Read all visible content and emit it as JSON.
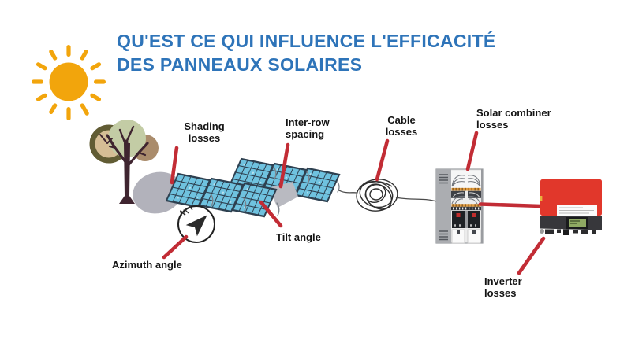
{
  "title": {
    "line1": "QU'EST CE QUI INFLUENCE L'EFFICACITÉ",
    "line2": "DES PANNEAUX SOLAIRES"
  },
  "diagram": {
    "labels": {
      "shading": "Shading\nlosses",
      "inter_row": "Inter-row\nspacing",
      "cable": "Cable\nlosses",
      "solar_combiner": "Solar combiner\nlosses",
      "tilt": "Tilt angle",
      "azimuth": "Azimuth angle",
      "inverter": "Inverter\nlosses",
      "compass_north": "N"
    },
    "icons": [
      "sun-icon",
      "tree-icon",
      "shadow-ellipse",
      "solar-panel",
      "compass-icon",
      "cable-coil-icon",
      "combiner-cabinet-icon",
      "inverter-icon",
      "pointer-line"
    ]
  },
  "colors": {
    "title_blue": "#2E74B9",
    "pointer_red": "#C22C35",
    "sun_orange": "#F2A50C",
    "panel_blue": "#6FC2DF",
    "panel_grid": "#2E4050",
    "shadow_gray": "#B2B2BB",
    "inverter_red": "#E1372B",
    "screen_green": "#8FA963",
    "label_black": "#141414"
  }
}
